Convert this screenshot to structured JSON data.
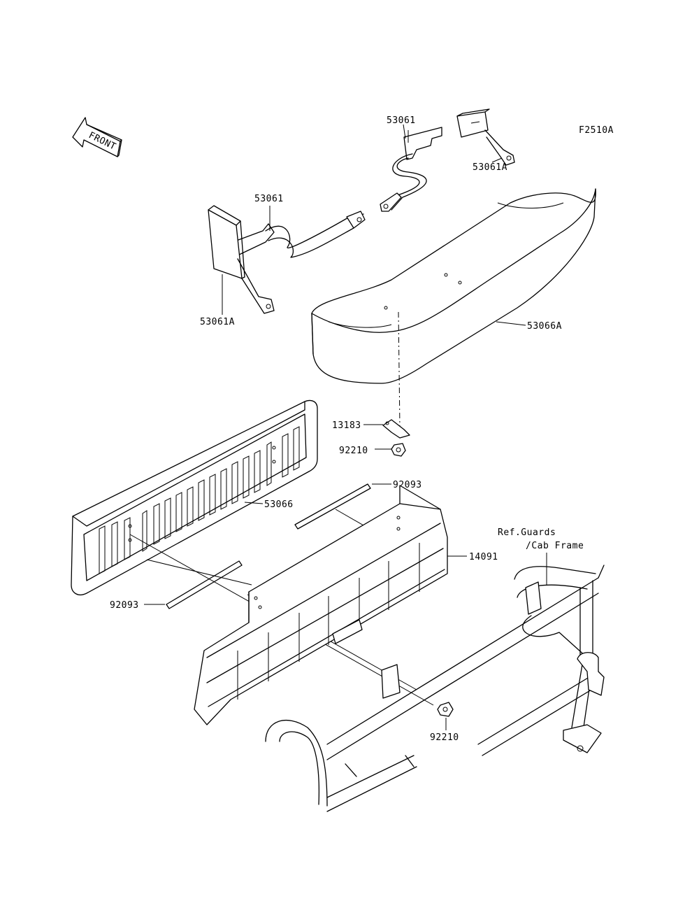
{
  "figure_code": "F2510A",
  "front_arrow": {
    "text": "FRONT",
    "icon": "front-arrow-icon"
  },
  "labels": {
    "p53061_top": "53061",
    "p53061A_top": "53061A",
    "p53061_mid": "53061",
    "p53061A_left": "53061A",
    "p53066A": "53066A",
    "p13183": "13183",
    "p92210_top": "92210",
    "p92093_top": "92093",
    "p53066": "53066",
    "p14091": "14091",
    "p92093_left": "92093",
    "p92210_bottom": "92210",
    "ref_line1": "Ref.Guards",
    "ref_line2": "/Cab Frame"
  }
}
